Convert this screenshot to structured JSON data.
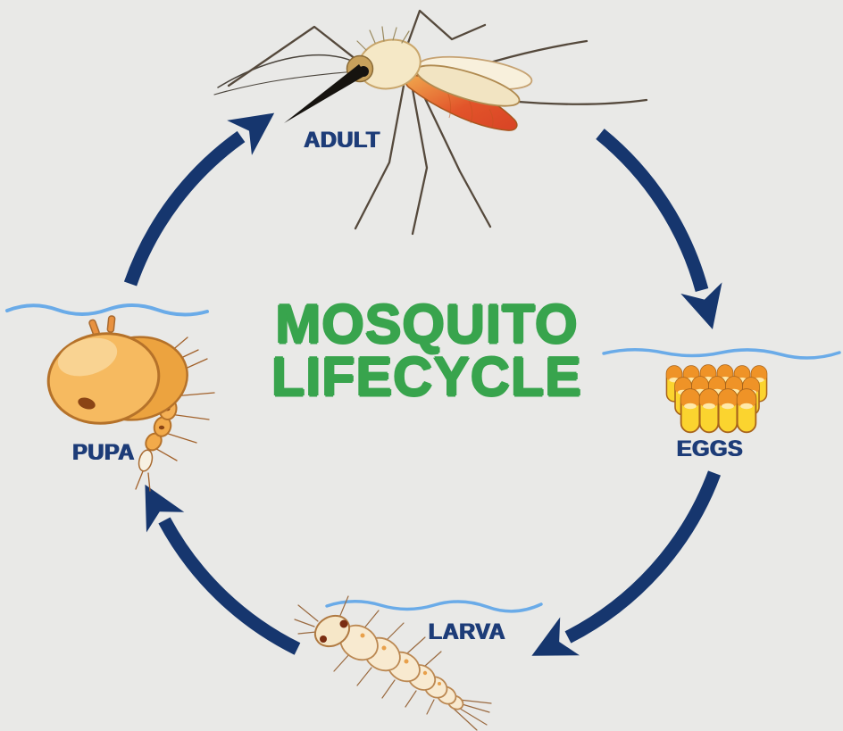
{
  "title": {
    "line1": "MOSQUITO",
    "line2": "LIFECYCLE"
  },
  "stages": [
    {
      "id": "adult",
      "label": "ADULT"
    },
    {
      "id": "eggs",
      "label": "EGGS"
    },
    {
      "id": "larva",
      "label": "LARVA"
    },
    {
      "id": "pupa",
      "label": "PUPA"
    }
  ],
  "cycle": {
    "order": [
      "ADULT",
      "EGGS",
      "LARVA",
      "PUPA"
    ],
    "arrows": [
      {
        "from": "adult",
        "to": "eggs"
      },
      {
        "from": "eggs",
        "to": "larva"
      },
      {
        "from": "larva",
        "to": "pupa"
      },
      {
        "from": "pupa",
        "to": "adult"
      }
    ]
  },
  "illustrations": [
    {
      "name": "adult-mosquito-illustration",
      "depicts": "adult mosquito side view"
    },
    {
      "name": "eggs-illustration",
      "depicts": "raft of mosquito eggs floating below water line"
    },
    {
      "name": "larva-illustration",
      "depicts": "segmented mosquito larva below water line"
    },
    {
      "name": "pupa-illustration",
      "depicts": "comma-shaped mosquito pupa below water line"
    }
  ],
  "colors": {
    "background": "#e9e9e7",
    "title_green": "#38a44d",
    "label_navy": "#1d3c78",
    "arrow_navy": "#16366e",
    "water_blue": "#6aabe8",
    "egg_yellow": "#fbd42f",
    "egg_cap_orange": "#ef9327",
    "pupa_orange": "#f5b85e",
    "larva_cream": "#f8ead0",
    "mosquito_red": "#d84325"
  }
}
